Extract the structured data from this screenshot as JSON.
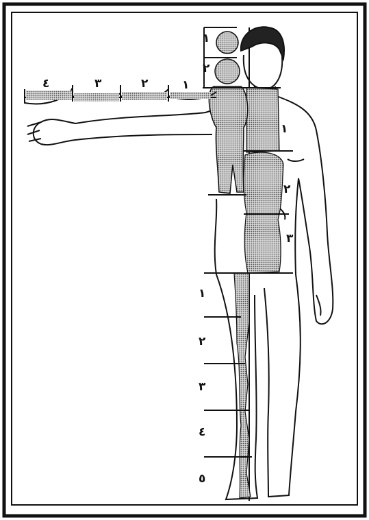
{
  "figure": {
    "arm_scale_labels": [
      "٤",
      "٣",
      "٢",
      "١"
    ],
    "child_scale_labels": [
      "١",
      "٢"
    ],
    "torso_scale_labels": [
      "١",
      "٢",
      "٣"
    ],
    "leg_scale_labels": [
      "١",
      "٢",
      "٣",
      "٤",
      "٥"
    ]
  },
  "colors": {
    "ink": "#111111",
    "shade": "#b8b8b8",
    "paper": "#ffffff"
  }
}
